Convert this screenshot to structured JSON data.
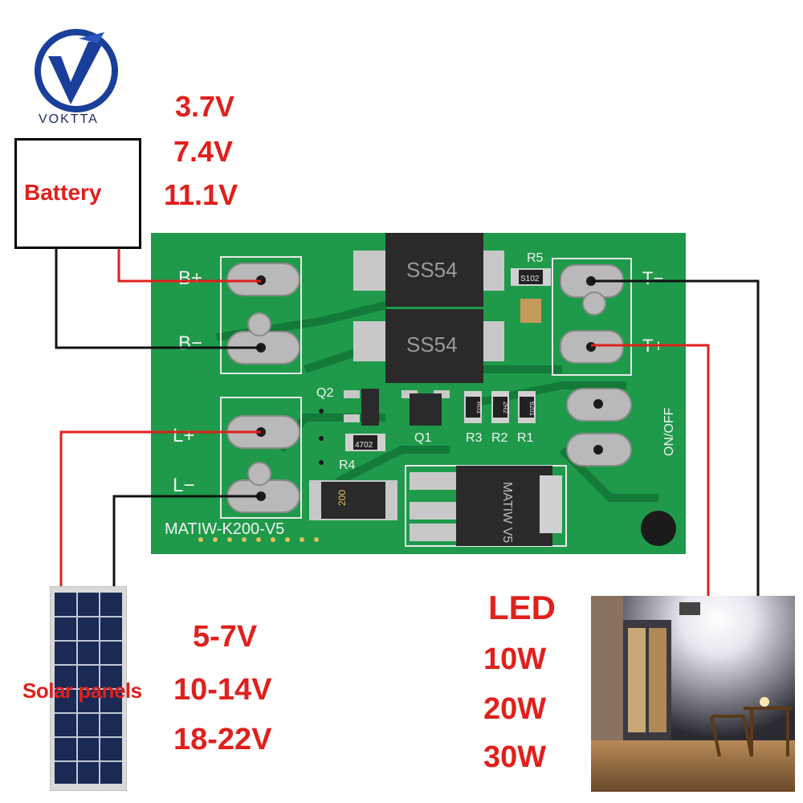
{
  "logo": {
    "brand": "VOKTTA",
    "mark": "V"
  },
  "battery": {
    "label": "Battery",
    "voltages": [
      "3.7V",
      "7.4V",
      "11.1V"
    ]
  },
  "solar": {
    "label": "Solar panels",
    "voltages": [
      "5-7V",
      "10-14V",
      "18-22V"
    ]
  },
  "led": {
    "label": "LED",
    "powers": [
      "10W",
      "20W",
      "30W"
    ]
  },
  "board": {
    "model": "MATIW-K200-V5",
    "terminals": {
      "b_plus": "B+",
      "b_minus": "B−",
      "l_plus": "L+",
      "l_minus": "L−",
      "t_minus": "T−",
      "t_plus": "T+"
    },
    "switch_label": "ON/OFF",
    "diode1": "SS54",
    "diode2": "SS54",
    "regulator": "MATIW V5",
    "resistor_r5_code": "S102",
    "resistor_r4_code": "4702",
    "resistor_labels": [
      "R5",
      "R4",
      "R3",
      "R2",
      "R1"
    ],
    "transistor_labels": [
      "Q2",
      "Q1"
    ],
    "r3_code": "R03",
    "r2_code": "2R2",
    "r1_code": "6201",
    "shunt_code": "200"
  },
  "colors": {
    "pcb": "#1e9a4a",
    "pcb_trace": "#137a38",
    "wire_red": "#e0201c",
    "wire_black": "#111111",
    "text_red": "#e0201c"
  }
}
